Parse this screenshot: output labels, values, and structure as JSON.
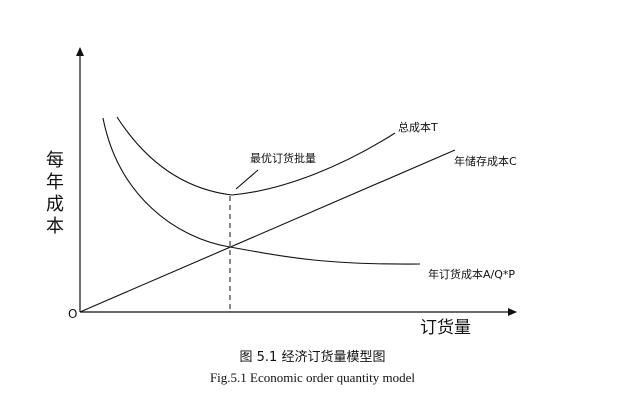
{
  "diagram": {
    "y_axis_label": "每年成本",
    "x_axis_label": "订货量",
    "origin_label": "O",
    "curves": {
      "total_cost": "总成本T",
      "holding_cost": "年储存成本C",
      "ordering_cost": "年订货成本A/Q*P"
    },
    "optimum_label": "最优订货批量"
  },
  "caption": {
    "cn": "图 5.1  经济订货量模型图",
    "en": "Fig.5.1 Economic order quantity model"
  }
}
